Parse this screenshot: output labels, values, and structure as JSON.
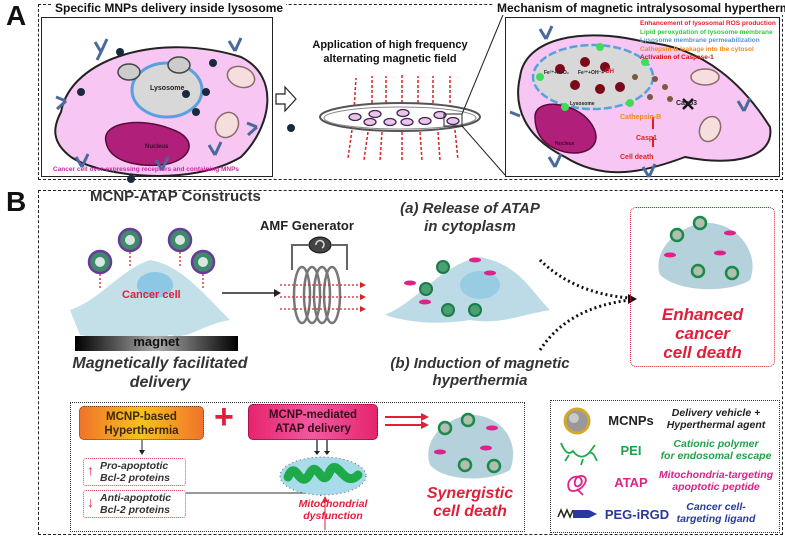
{
  "panel_a": {
    "letter": "A",
    "left_title": "Specific MNPs delivery inside lysosome",
    "lysosome_label": "Lysosome",
    "nucleus_label": "Nucleus",
    "caption": "Cancer cell over-expressing receptors and containing MNPs",
    "middle_title_line1": "Application of high frequency",
    "middle_title_line2": "alternating magnetic field",
    "right_title": "Mechanism of magnetic intralysosomal hyperthermia",
    "mechanism_list": [
      {
        "text": "Enhancement of lysosomal ROS production",
        "color": "#e8202a"
      },
      {
        "text": "Lipid peroxydation of lysosome membrane",
        "color": "#2ecc40"
      },
      {
        "text": "Lysosome membrane permeabilization",
        "color": "#5b8fd6"
      },
      {
        "text": "Cathepsin-B leakage into the cytosol",
        "color": "#f08a24"
      },
      {
        "text": "Activation of Caspase-1",
        "color": "#cc1010"
      }
    ],
    "fenton_left": "Fe²⁺+H₂O₂",
    "fenton_right": "Fe³⁺+OH⁻+",
    "radical": "·OH",
    "right_lysosome_label": "Lysosome",
    "right_nucleus_label": "Nucleus",
    "cathepsin": "Cathepsin-B",
    "casp1": "Casp1",
    "cell_death": "Cell death",
    "casp3": "Casp3"
  },
  "panel_b": {
    "letter": "B",
    "constructs_title": "MCNP-ATAP Constructs",
    "cancer_cell_label": "Cancer cell",
    "magnet_label": "magnet",
    "delivery_line1": "Magnetically facilitated",
    "delivery_line2": "delivery",
    "amf_label": "AMF Generator",
    "release_line1": "(a) Release of ATAP",
    "release_line2": "in cytoplasm",
    "induction_line1": "(b) Induction of magnetic",
    "induction_line2": "hyperthermia",
    "enhanced_line1": "Enhanced",
    "enhanced_line2": "cancer",
    "enhanced_line3": "cell death",
    "hyperthermia_box_line1": "MCNP-based",
    "hyperthermia_box_line2": "Hyperthermia",
    "plus": "+",
    "atap_box_line1": "MCNP-mediated",
    "atap_box_line2": "ATAP delivery",
    "pro_line1": "Pro-apoptotic",
    "pro_line2": "Bcl-2 proteins",
    "anti_line1": "Anti-apoptotic",
    "anti_line2": "Bcl-2 proteins",
    "mito_line1": "Mitochondrial",
    "mito_line2": "dysfunction",
    "synergy_line1": "Synergistic",
    "synergy_line2": "cell death",
    "legend": [
      {
        "icon": "mcnp-icon",
        "name": "MCNPs",
        "name_color": "#222222",
        "desc_line1": "Delivery vehicle +",
        "desc_line2": "Hyperthermal agent",
        "desc_color": "#222222"
      },
      {
        "icon": "pei-icon",
        "name": "PEI",
        "name_color": "#1fa34a",
        "desc_line1": "Cationic polymer",
        "desc_line2": "for endosomal escape",
        "desc_color": "#1fa34a"
      },
      {
        "icon": "atap-icon",
        "name": "ATAP",
        "name_color": "#e0218a",
        "desc_line1": "Mitochondria-targeting",
        "desc_line2": "apoptotic peptide",
        "desc_color": "#e0218a"
      },
      {
        "icon": "peg-irgd-icon",
        "name": "PEG-iRGD",
        "name_color": "#2a3a9a",
        "desc_line1": "Cancer cell-",
        "desc_line2": "targeting ligand",
        "desc_color": "#2a3a9a"
      }
    ]
  },
  "colors": {
    "cell_pink": "#f7c6f2",
    "nucleus_magenta": "#b0207a",
    "cell_blue": "#bcdbe6",
    "red_accent": "#e8202a",
    "orange_box": "#f39a1e",
    "pink_box": "#e6246e"
  }
}
